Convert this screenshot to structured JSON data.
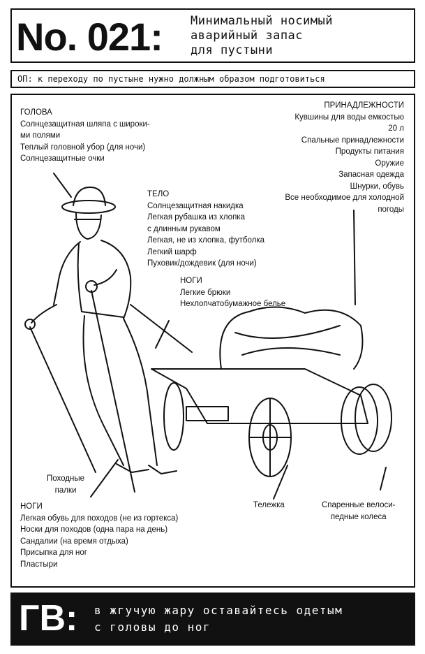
{
  "header": {
    "number": "No. 021:",
    "title_lines": [
      "Минимальный носимый",
      "аварийный запас",
      "для пустыни"
    ]
  },
  "subtitle": "ОП: к переходу по пустыне нужно должным образом подготовиться",
  "sections": {
    "head": {
      "title": "ГОЛОВА",
      "items": [
        "Солнцезащитная шляпа с широки-",
        "ми полями",
        "Теплый головной убор (для ночи)",
        "Солнцезащитные очки"
      ]
    },
    "belongings": {
      "title": "ПРИНАДЛЕЖНОСТИ",
      "items": [
        "Кувшины для воды емкостью",
        "20 л",
        "Спальные принадлежности",
        "Продукты питания",
        "Оружие",
        "Запасная одежда",
        "Шнурки, обувь",
        "Все необходимое для холодной",
        "погоды"
      ]
    },
    "body": {
      "title": "ТЕЛО",
      "items": [
        "Солнцезащитная накидка",
        "Легкая рубашка из хлопка",
        "с длинным рукавом",
        "Легкая, не из хлопка, футболка",
        "Легкий шарф",
        "Пуховик/дождевик (для ночи)"
      ]
    },
    "legs": {
      "title": "НОГИ",
      "items": [
        "Легкие брюки",
        "Нехлопчатобумажное белье"
      ]
    },
    "poles": {
      "lines": [
        "Походные",
        "палки"
      ]
    },
    "cart": {
      "label": "Тележка"
    },
    "wheels": {
      "lines": [
        "Спаренные велоси-",
        "педные колеса"
      ]
    },
    "feet": {
      "title": "НОГИ",
      "items": [
        "Легкая обувь для походов (не из гортекса)",
        "Носки для походов (одна пара на день)",
        "Сандалии (на время отдыха)",
        "Присыпка для ног",
        "Пластыри"
      ]
    }
  },
  "footer": {
    "prefix": "ГВ:",
    "lines": [
      "в жгучую жару оставайтесь одетым",
      "с головы до ног"
    ]
  },
  "colors": {
    "ink": "#111111",
    "paper": "#ffffff"
  }
}
